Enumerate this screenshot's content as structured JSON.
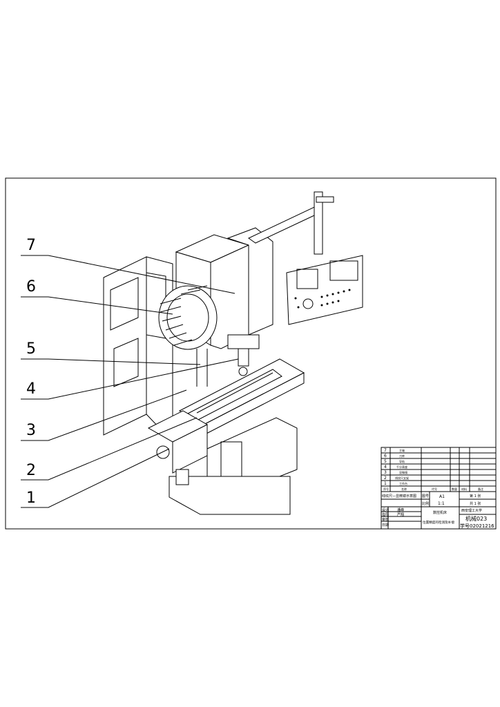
{
  "callouts": [
    "1",
    "2",
    "3",
    "4",
    "5",
    "6",
    "7"
  ],
  "parts_list": {
    "rows": [
      {
        "no": "7",
        "name": "主轴"
      },
      {
        "no": "6",
        "name": "刀库"
      },
      {
        "no": "5",
        "name": "导轨"
      },
      {
        "no": "4",
        "name": "千分表座"
      },
      {
        "no": "3",
        "name": "显微镜"
      },
      {
        "no": "2",
        "name": "线纹尺支架"
      },
      {
        "no": "1",
        "name": "工作台"
      }
    ],
    "headers": [
      "序号",
      "名称",
      "代号",
      "数量",
      "材料",
      "备注"
    ]
  },
  "title_block": {
    "drawing_title": "线纹尺—显微镜示意图",
    "drawing_no_label": "图号",
    "drawing_no": "A1",
    "scale_label": "比例",
    "scale": "1:1",
    "sheet_total": "共 1 张",
    "sheet_no": "第 1 张",
    "design_label": "设计",
    "designer": "潘峰",
    "guide_label": "指导",
    "guide": "严翔",
    "review_label": "审核",
    "date_label": "日期",
    "project_line1": "数控机床",
    "project_line2": "位置精度的检测及补偿",
    "school": "西安理工大学",
    "class": "机械023",
    "student_id": "学号02021216"
  }
}
